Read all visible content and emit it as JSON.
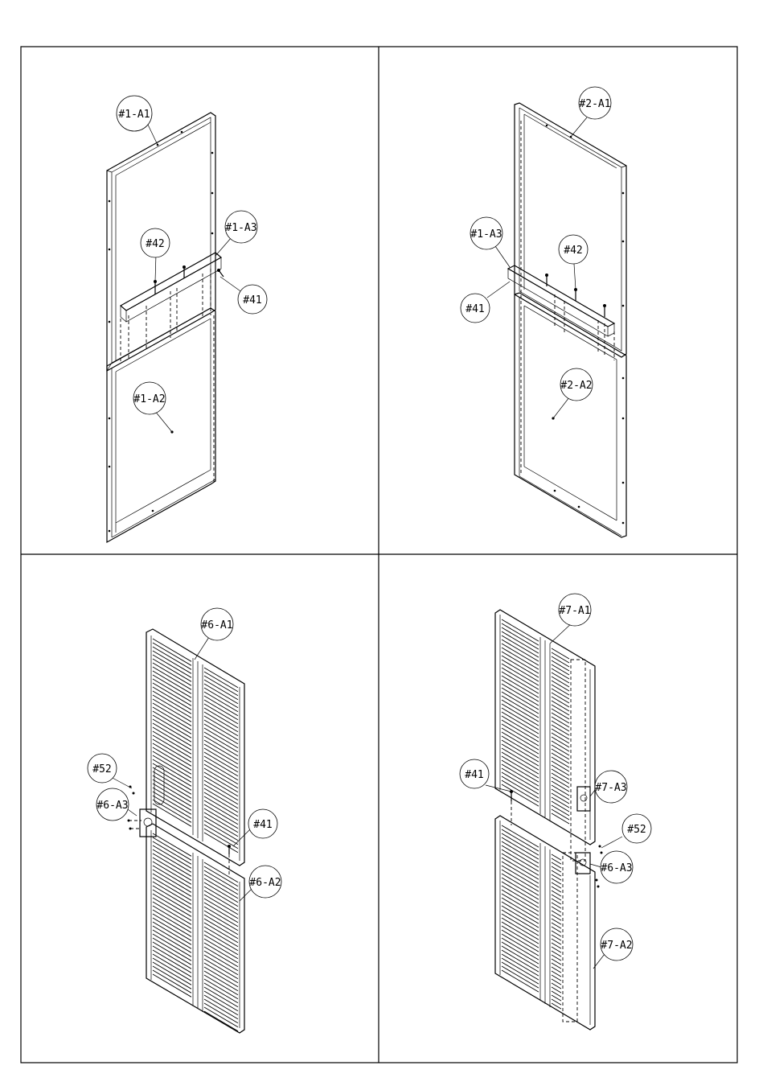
{
  "panels": [
    {
      "id": "p1",
      "callouts": [
        "#1-A1",
        "#42",
        "#1-A3",
        "#41",
        "#1-A2"
      ]
    },
    {
      "id": "p2",
      "callouts": [
        "#2-A1",
        "#1-A3",
        "#42",
        "#41",
        "#2-A2"
      ]
    },
    {
      "id": "p3",
      "callouts": [
        "#6-A1",
        "#52",
        "#6-A3",
        "#41",
        "#6-A2"
      ]
    },
    {
      "id": "p4",
      "callouts": [
        "#7-A1",
        "#41",
        "#7-A3",
        "#52",
        "#6-A3",
        "#7-A2"
      ]
    }
  ]
}
